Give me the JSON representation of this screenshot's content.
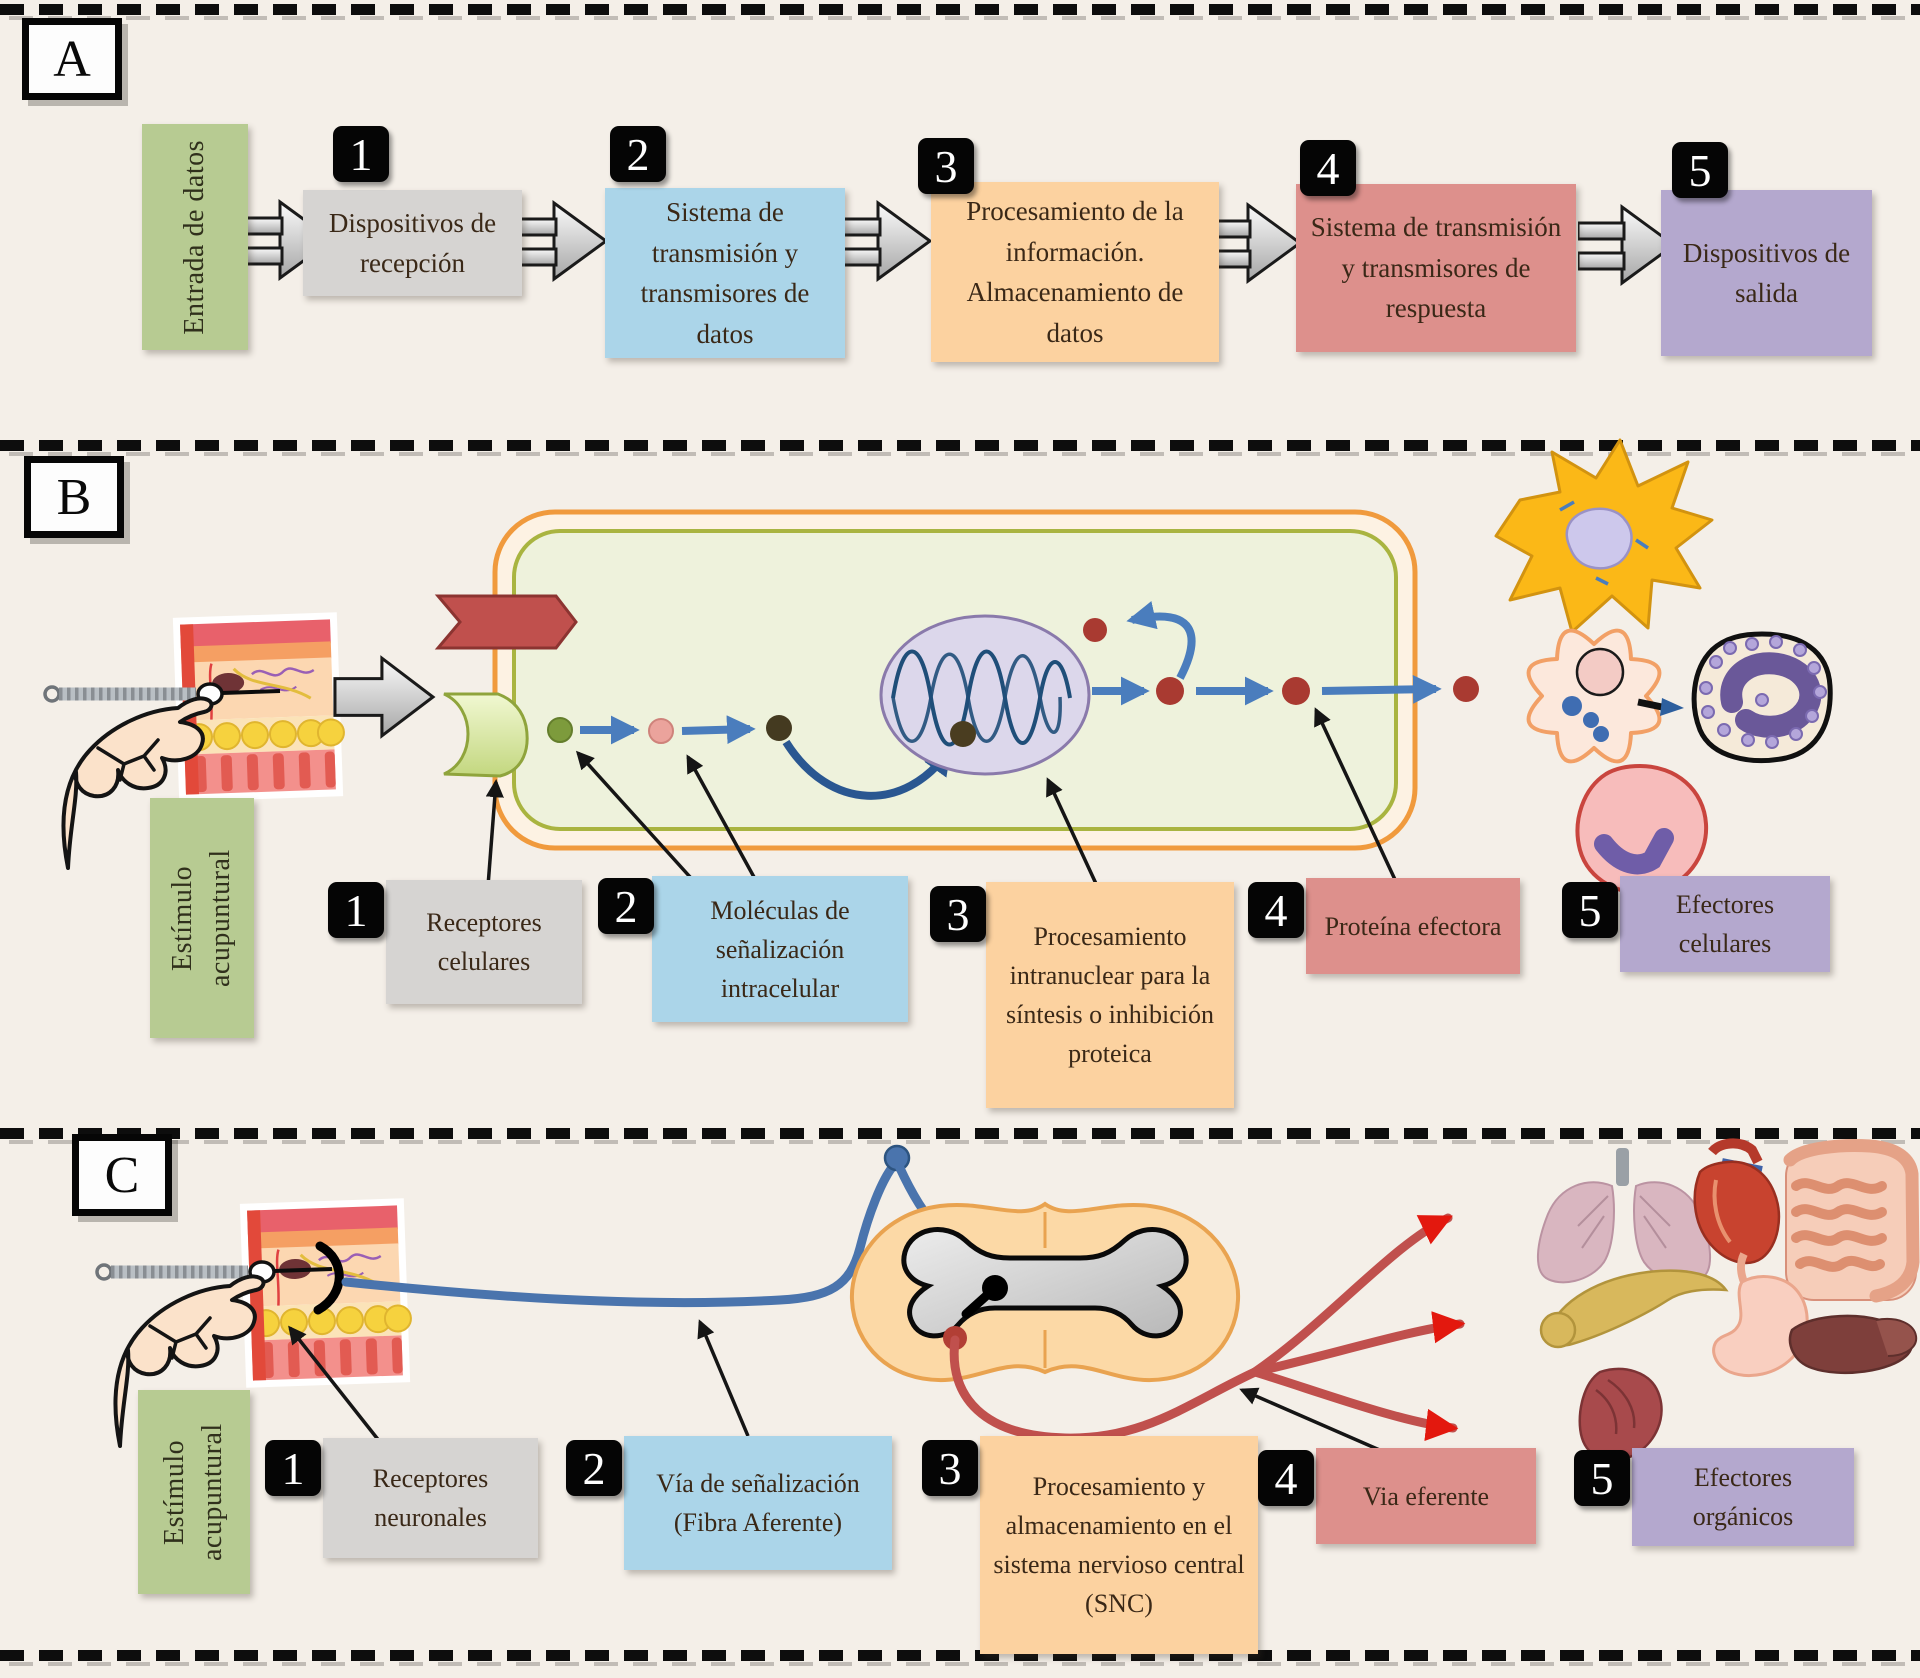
{
  "figure": {
    "panels": [
      {
        "tag": "A",
        "input": "Entrada de datos",
        "steps": [
          {
            "num": "1",
            "label": "Dispositivos de recepción"
          },
          {
            "num": "2",
            "label": "Sistema de transmisión y transmisores de datos"
          },
          {
            "num": "3",
            "label": "Procesamiento de la información. Almacenamiento de datos"
          },
          {
            "num": "4",
            "label": "Sistema de transmisión y transmisores de respuesta"
          },
          {
            "num": "5",
            "label": "Dispositivos de salida"
          }
        ]
      },
      {
        "tag": "B",
        "input": "Estímulo acupuntural",
        "steps": [
          {
            "num": "1",
            "label": "Receptores celulares"
          },
          {
            "num": "2",
            "label": "Moléculas de señalización intracelular"
          },
          {
            "num": "3",
            "label": "Procesamiento intranuclear para la síntesis o inhibición proteica"
          },
          {
            "num": "4",
            "label": "Proteína efectora"
          },
          {
            "num": "5",
            "label": "Efectores celulares"
          }
        ]
      },
      {
        "tag": "C",
        "input": "Estímulo acupuntural",
        "steps": [
          {
            "num": "1",
            "label": "Receptores neuronales"
          },
          {
            "num": "2",
            "label": "Vía de señalización (Fibra Aferente)"
          },
          {
            "num": "3",
            "label": "Procesamiento y almacenamiento en el sistema nervioso central (SNC)"
          },
          {
            "num": "4",
            "label": "Via eferente"
          },
          {
            "num": "5",
            "label": "Efectores orgánicos"
          }
        ]
      }
    ]
  },
  "palette": {
    "background": "#f4efe8",
    "text": "#3a2817",
    "badge_bg": "#050505",
    "badge_text": "#ffffff",
    "box_green": "#b7cb92",
    "box_gray": "#d6d4d2",
    "box_blue": "#abd5e9",
    "box_orange": "#fcd2a0",
    "box_red": "#dd908c",
    "box_purple": "#b4a8ce",
    "membrane_orange": "#f09a3d",
    "cell_wall_green": "#a9b440",
    "cell_interior": "#eef2dc",
    "nucleus_fill": "#dcd7eb",
    "signal_arrow_blue": "#4a7dbd",
    "afferent_blue": "#4a74ad",
    "efferent_red": "#c0504d",
    "effector_dot_red": "#a93a31"
  }
}
